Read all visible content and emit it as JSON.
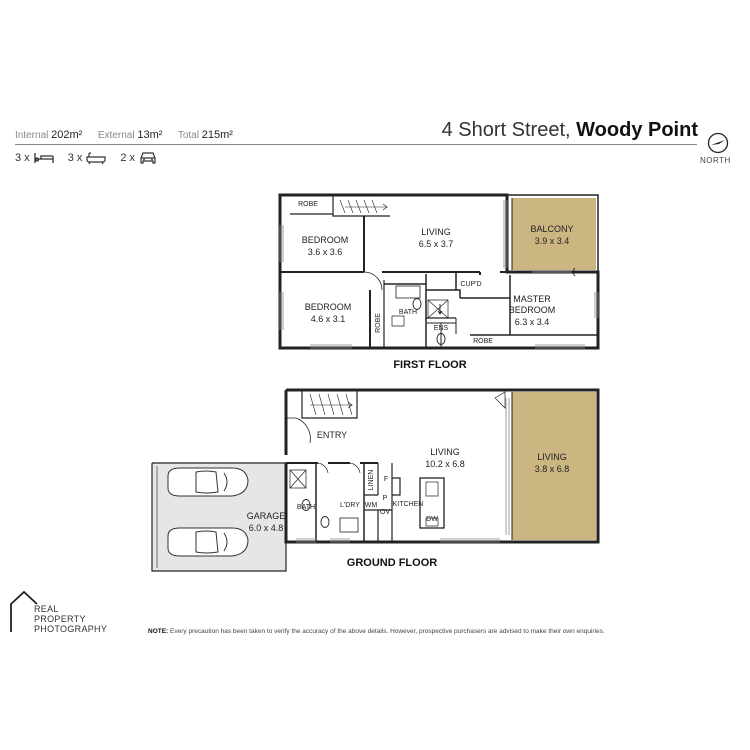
{
  "header": {
    "internal_label": "Internal",
    "internal_value": "202m²",
    "external_label": "External",
    "external_value": "13m²",
    "total_label": "Total",
    "total_value": "215m²",
    "street": "4 Short Street,",
    "suburb": "Woody Point",
    "north_label": "NORTH",
    "north_icon": "compass-north-icon"
  },
  "features": [
    {
      "count": "3 x",
      "icon": "bed-icon"
    },
    {
      "count": "3 x",
      "icon": "bath-icon"
    },
    {
      "count": "2 x",
      "icon": "car-icon"
    }
  ],
  "first_floor": {
    "title": "FIRST FLOOR",
    "rooms": {
      "robe_top": "ROBE",
      "bedroom1_name": "BEDROOM",
      "bedroom1_size": "3.6 x 3.6",
      "living_name": "LIVING",
      "living_size": "6.5 x 3.7",
      "balcony_name": "BALCONY",
      "balcony_size": "3.9 x 3.4",
      "bedroom2_name": "BEDROOM",
      "bedroom2_size": "4.6 x 3.1",
      "robe_side": "ROBE",
      "bath": "BATH",
      "cupd": "CUP'D",
      "ens": "ENS",
      "master_name": "MASTER",
      "master_name2": "BEDROOM",
      "master_size": "6.3 x 3.4",
      "robe_bottom": "ROBE"
    }
  },
  "ground_floor": {
    "title": "GROUND FLOOR",
    "rooms": {
      "entry": "ENTRY",
      "living_name": "LIVING",
      "living_size": "10.2 x 6.8",
      "living2_name": "LIVING",
      "living2_size": "3.8 x 6.8",
      "linen": "LINEN",
      "f": "F",
      "p": "P",
      "ov": "OV",
      "kitchen": "KITCHEN",
      "dw": "DW",
      "wm": "WM",
      "ldry": "L'DRY",
      "bath": "BATH",
      "garage_name": "GARAGE",
      "garage_size": "6.0 x 4.8"
    }
  },
  "brand": {
    "line1": "REAL",
    "line2": "PROPERTY",
    "line3": "PHOTOGRAPHY",
    "logo_icon": "house-outline-logo"
  },
  "disclaimer": {
    "label": "NOTE:",
    "text": "Every precaution has been taken to verify the accuracy of the above details. However, prospective purchasers are advised to make their own enquiries."
  },
  "colors": {
    "outdoor_fill": "#cbb682",
    "wall": "#222222",
    "garage_fill": "#e6e6e6"
  }
}
